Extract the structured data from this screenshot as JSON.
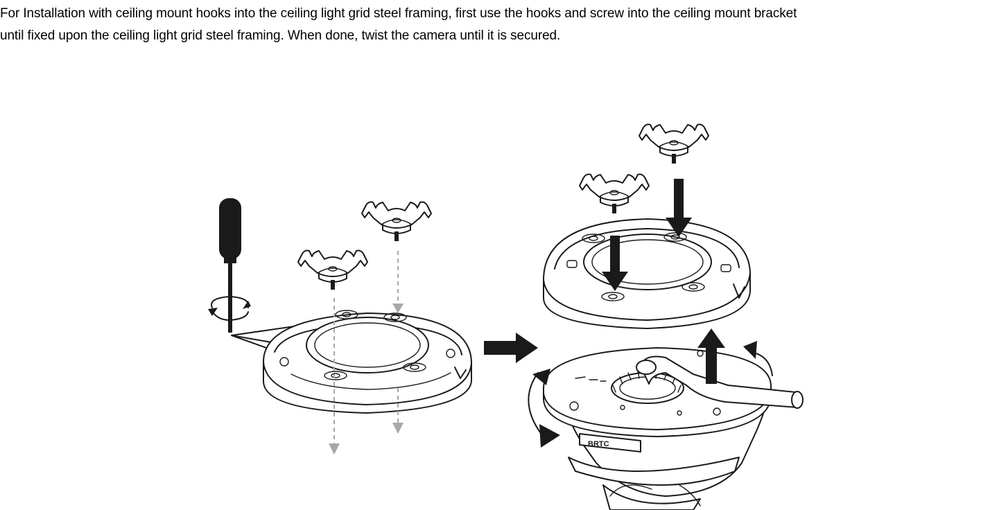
{
  "document": {
    "text_lines": [
      "For Installation with ceiling mount hooks into the ceiling light grid steel framing, first use the hooks and screw into the ceiling mount bracket",
      "until fixed upon the ceiling light grid steel framing. When done, twist the camera until it is secured."
    ]
  },
  "figure": {
    "camera_logo_text": "BRTC",
    "icon_names": [
      "screwdriver-icon",
      "rotation-arrow-icon",
      "ceiling-hook-icon",
      "mount-bracket-icon",
      "dome-camera-icon",
      "right-arrow-icon",
      "down-arrow-icon",
      "up-arrow-icon"
    ]
  }
}
